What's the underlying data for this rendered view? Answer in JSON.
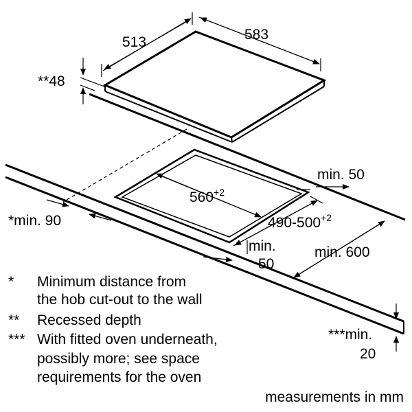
{
  "dimensions": {
    "hob_depth": "513",
    "hob_width": "583",
    "recessed_depth": "**48",
    "cutout_width": "560",
    "cutout_width_tol": "+2",
    "cutout_depth": "490-500",
    "cutout_depth_tol": "+2",
    "back_margin": "min. 50",
    "wall_distance": "*min. 90",
    "front_margin_line1": "min.",
    "front_margin_line2": "50",
    "worktop_depth": "min. 600",
    "worktop_thickness_line1": "***min.",
    "worktop_thickness_line2": "20"
  },
  "legend": [
    {
      "mark": "*",
      "lines": [
        "Minimum distance from",
        "the hob cut-out to the wall"
      ]
    },
    {
      "mark": "**",
      "lines": [
        "Recessed depth"
      ]
    },
    {
      "mark": "***",
      "lines": [
        "With fitted oven underneath,",
        "possibly more; see space",
        "requirements for the oven"
      ]
    }
  ],
  "units": "measurements in mm"
}
